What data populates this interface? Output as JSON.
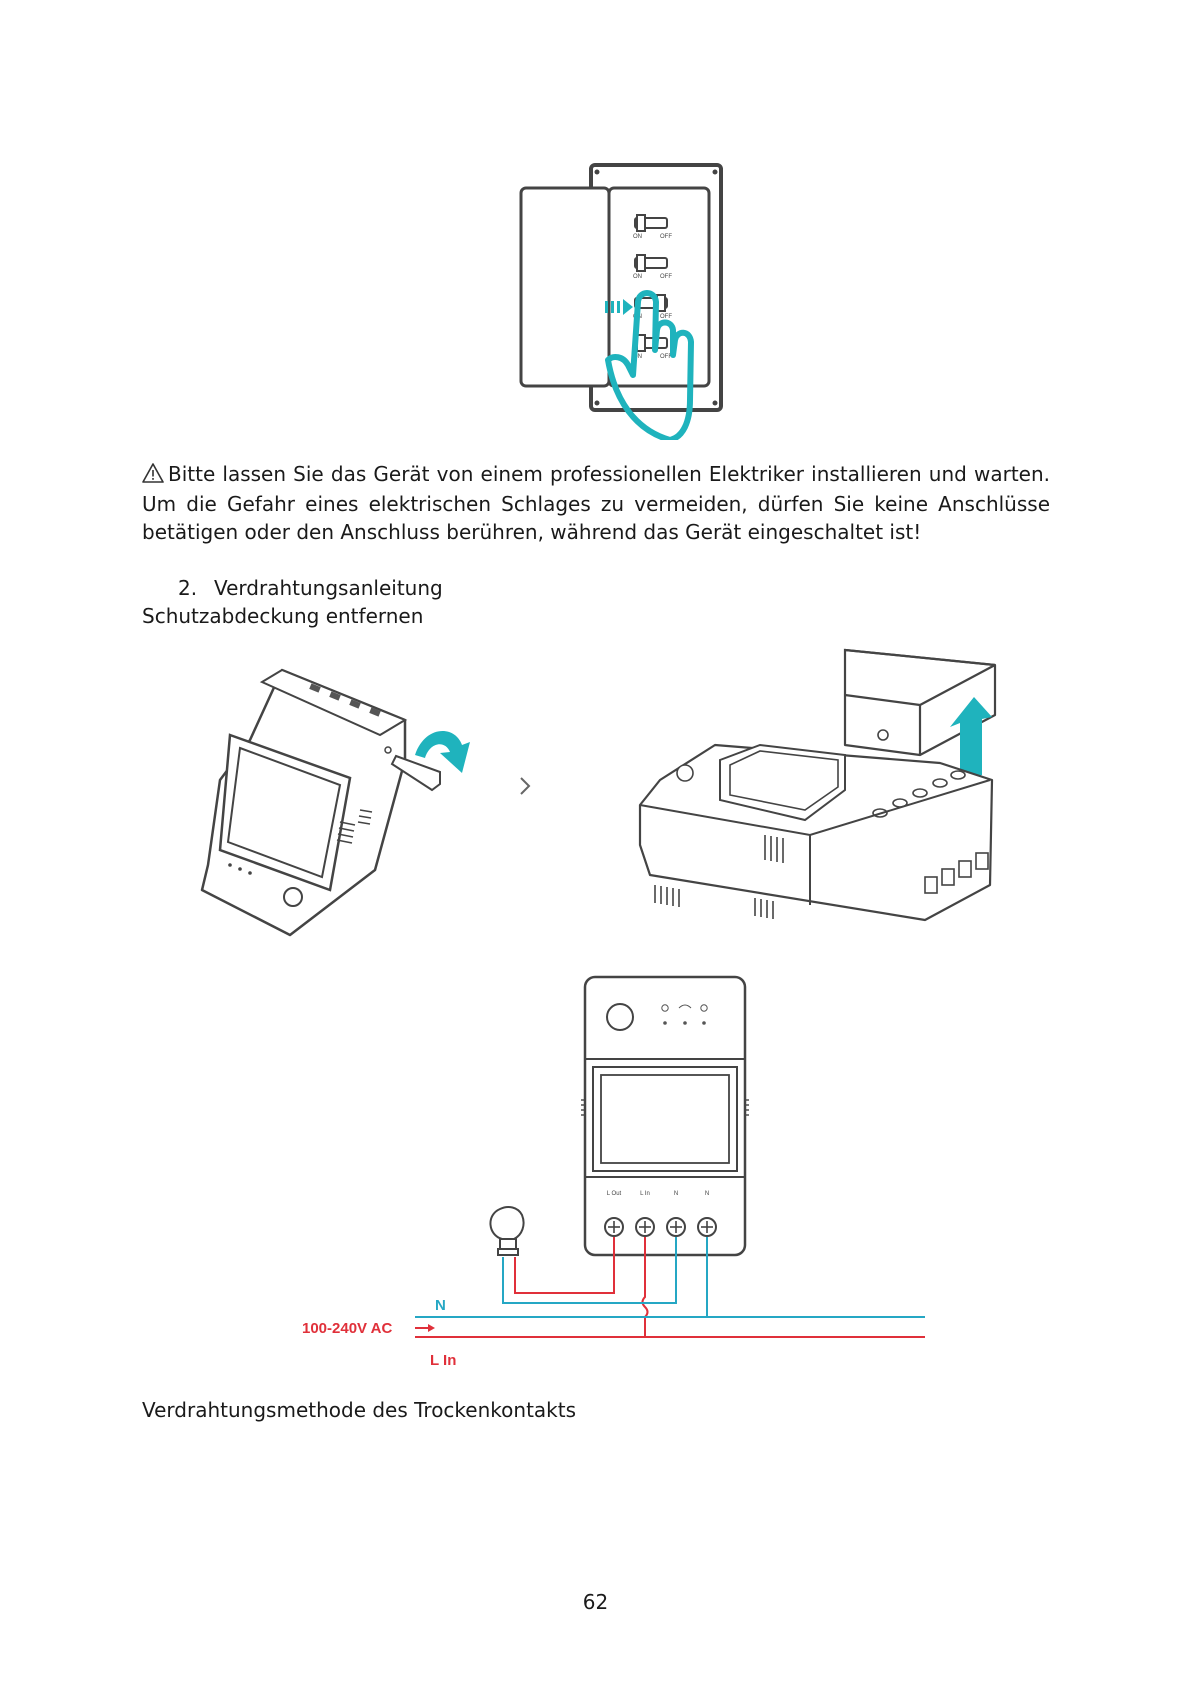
{
  "figure1": {
    "switch_labels": [
      {
        "on": "ON",
        "off": "OFF"
      },
      {
        "on": "ON",
        "off": "OFF"
      },
      {
        "on": "ON",
        "off": "OFF"
      },
      {
        "on": "ON",
        "off": "OFF"
      }
    ]
  },
  "warning": {
    "icon": "warning-triangle-icon",
    "text": "Bitte lassen Sie das Gerät von einem professionellen Elektriker installieren und warten. Um die Gefahr eines elektrischen Schlages zu vermeiden, dürfen Sie keine Anschlüsse betätigen oder den Anschluss berühren, während das Gerät eingeschaltet ist!"
  },
  "section": {
    "number": "2.",
    "title": "Verdrahtungsanleitung",
    "subtitle": "Schutzabdeckung entfernen"
  },
  "wiring": {
    "terminals": [
      "L Out",
      "L In",
      "N",
      "N"
    ],
    "voltage_label": "100-240V AC",
    "neutral_label": "N",
    "line_label": "L In",
    "colors": {
      "line": "#e0303a",
      "neutral": "#25a7c4",
      "accent": "#1fb3bd"
    }
  },
  "caption": "Verdrahtungsmethode des Trockenkontakts",
  "page_number": "62"
}
